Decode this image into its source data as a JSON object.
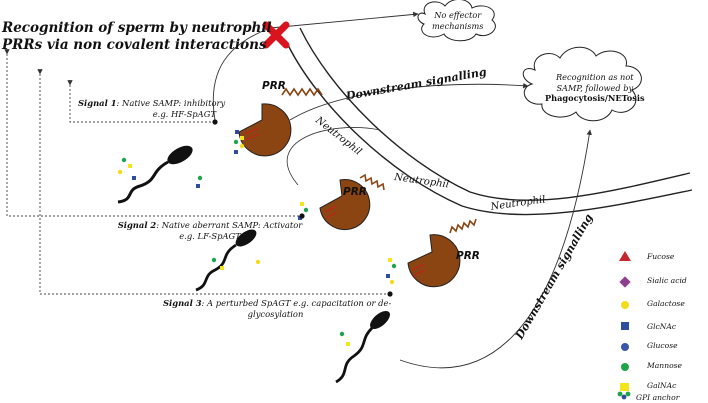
{
  "title_line1": "Recognition of sperm by neutrophil",
  "title_line2": "PRRs via non covalent interactions",
  "cloud_top": {
    "line1": "No effector",
    "line2": "mechanisms"
  },
  "cloud_right": {
    "line1": "Recognition as not",
    "line2": "SAMP, followed by",
    "line3": "Phagocytosis/NETosis"
  },
  "signal1": {
    "bold": "Signal 1",
    "text1": ": Native SAMP: inhibitory",
    "text2": "e.g. HF-SpAGT"
  },
  "signal2": {
    "bold": "Signal 2",
    "text1": ": Native aberrant SAMP: Activator",
    "text2": "e.g. LF-SpAGT"
  },
  "signal3": {
    "bold": "Signal 3",
    "text1": ": A perturbed SpAGT e.g. capacitation or de-",
    "text2": "glycosylation"
  },
  "prr_label": "PRR",
  "downstream": "Downstream signalling",
  "neutrophil": "Neutrophil",
  "colors": {
    "receptor": "#8B4513",
    "cross": "#d9141e",
    "fucose": "#c0282d",
    "sialic": "#8e3f8f",
    "galactose": "#f2dc1b",
    "glcnac": "#2c4da0",
    "glucose": "#3b55a8",
    "mannose": "#1ea44b",
    "galnac": "#f5e51a"
  },
  "legend": [
    {
      "shape": "triangle",
      "color": "#c0282d",
      "label": "Fucose"
    },
    {
      "shape": "diamond",
      "color": "#8e3f8f",
      "label": "Sialic acid"
    },
    {
      "shape": "circle",
      "color": "#f2dc1b",
      "label": "Galactose"
    },
    {
      "shape": "square",
      "color": "#2c4da0",
      "label": "GlcNAc"
    },
    {
      "shape": "circle",
      "color": "#3b55a8",
      "label": "Glucose"
    },
    {
      "shape": "circle",
      "color": "#1ea44b",
      "label": "Mannose"
    },
    {
      "shape": "square",
      "color": "#f5e51a",
      "label": "GalNAc"
    },
    {
      "shape": "gpi",
      "color": "#1ea44b",
      "label": "GPI anchor"
    }
  ]
}
